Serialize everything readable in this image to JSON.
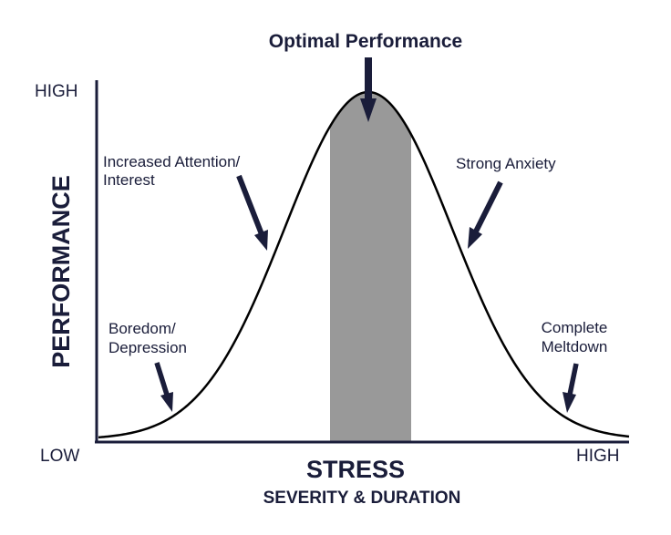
{
  "diagram": {
    "title": "Optimal Performance",
    "y_axis": {
      "title": "PERFORMANCE",
      "high": "HIGH"
    },
    "x_axis": {
      "title": "STRESS",
      "subtitle": "SEVERITY & DURATION",
      "low": "LOW",
      "high": "HIGH"
    },
    "annotations": {
      "boredom": [
        "Boredom/",
        "Depression"
      ],
      "attention": [
        "Increased Attention/",
        "Interest"
      ],
      "anxiety": "Strong Anxiety",
      "meltdown": [
        "Complete",
        "Meltdown"
      ]
    },
    "colors": {
      "ink": "#1a1d3a",
      "optimal_band": "#999999",
      "curve": "#000000"
    }
  }
}
